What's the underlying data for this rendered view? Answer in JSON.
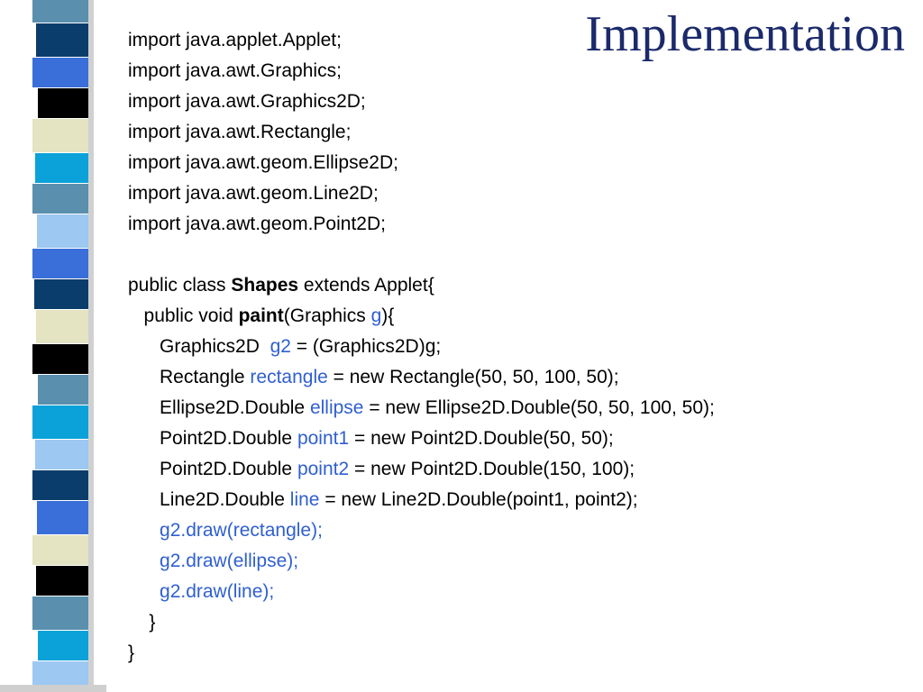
{
  "slide": {
    "title": "Implementation",
    "colors": {
      "title": "#1b2a6b",
      "code_text": "#000000",
      "code_highlight": "#2f5fd0",
      "strip_palette": [
        "#5a8fae",
        "#0a3d6b",
        "#3a6fd9",
        "#000000",
        "#e4e4c2",
        "#0aa2d8",
        "#9cc8f2",
        "#ffffff"
      ]
    },
    "code_lines": [
      {
        "indent": "",
        "segments": [
          {
            "text": "import java.applet.Applet;"
          }
        ]
      },
      {
        "indent": "",
        "segments": [
          {
            "text": "import java.awt.Graphics;"
          }
        ]
      },
      {
        "indent": "",
        "segments": [
          {
            "text": "import java.awt.Graphics2D;"
          }
        ]
      },
      {
        "indent": "",
        "segments": [
          {
            "text": "import java.awt.Rectangle;"
          }
        ]
      },
      {
        "indent": "",
        "segments": [
          {
            "text": "import java.awt.geom.Ellipse2D;"
          }
        ]
      },
      {
        "indent": "",
        "segments": [
          {
            "text": "import java.awt.geom.Line2D;"
          }
        ]
      },
      {
        "indent": "",
        "segments": [
          {
            "text": "import java.awt.geom.Point2D;"
          }
        ]
      },
      {
        "indent": "",
        "segments": []
      },
      {
        "indent": "",
        "segments": [
          {
            "text": "public class "
          },
          {
            "text": "Shapes",
            "style": "bold"
          },
          {
            "text": " extends Applet{"
          }
        ]
      },
      {
        "indent": "   ",
        "segments": [
          {
            "text": "public void "
          },
          {
            "text": "paint",
            "style": "bold"
          },
          {
            "text": "(Graphics "
          },
          {
            "text": "g",
            "style": "blue"
          },
          {
            "text": "){"
          }
        ]
      },
      {
        "indent": "      ",
        "segments": [
          {
            "text": "Graphics2D  "
          },
          {
            "text": "g2",
            "style": "blue"
          },
          {
            "text": " = (Graphics2D)g;"
          }
        ]
      },
      {
        "indent": "      ",
        "segments": [
          {
            "text": "Rectangle "
          },
          {
            "text": "rectangle",
            "style": "blue"
          },
          {
            "text": " = new Rectangle(50, 50, 100, 50);"
          }
        ]
      },
      {
        "indent": "      ",
        "segments": [
          {
            "text": "Ellipse2D.Double "
          },
          {
            "text": "ellipse",
            "style": "blue"
          },
          {
            "text": " = new Ellipse2D.Double(50, 50, 100, 50);"
          }
        ]
      },
      {
        "indent": "      ",
        "segments": [
          {
            "text": "Point2D.Double "
          },
          {
            "text": "point1",
            "style": "blue"
          },
          {
            "text": " = new Point2D.Double(50, 50);"
          }
        ]
      },
      {
        "indent": "      ",
        "segments": [
          {
            "text": "Point2D.Double "
          },
          {
            "text": "point2",
            "style": "blue"
          },
          {
            "text": " = new Point2D.Double(150, 100);"
          }
        ]
      },
      {
        "indent": "      ",
        "segments": [
          {
            "text": "Line2D.Double "
          },
          {
            "text": "line",
            "style": "blue"
          },
          {
            "text": " = new Line2D.Double(point1, point2);"
          }
        ]
      },
      {
        "indent": "      ",
        "segments": [
          {
            "text": "g2.draw(rectangle);",
            "style": "blue"
          }
        ]
      },
      {
        "indent": "      ",
        "segments": [
          {
            "text": "g2.draw(ellipse);",
            "style": "blue"
          }
        ]
      },
      {
        "indent": "      ",
        "segments": [
          {
            "text": "g2.draw(line);",
            "style": "blue"
          }
        ]
      },
      {
        "indent": "    ",
        "segments": [
          {
            "text": "}"
          }
        ]
      },
      {
        "indent": "",
        "segments": [
          {
            "text": "}"
          }
        ]
      }
    ]
  }
}
